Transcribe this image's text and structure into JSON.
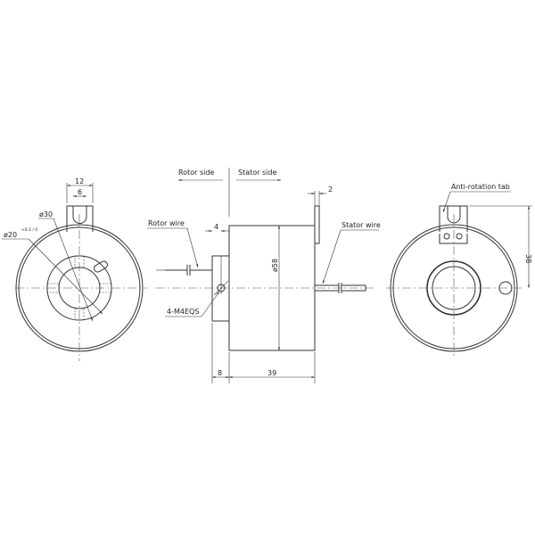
{
  "labels": {
    "rotor_side": "Rotor side",
    "stator_side": "Stator side",
    "rotor_wire": "Rotor wire",
    "stator_wire": "Stator wire",
    "screws": "4-M4EQS",
    "anti_rotation_tab": "Anti-rotation tab"
  },
  "dimensions": {
    "tab_width": "12",
    "slot_width": "6",
    "outer_ring_diameter": "ø30",
    "bore_diameter": "ø20",
    "bore_tolerance": "+0.2 / 0",
    "flange_thickness": "4",
    "tab_thickness": "2",
    "body_diameter": "ø58",
    "flange_length": "8",
    "body_length": "39",
    "tab_height": "38"
  }
}
